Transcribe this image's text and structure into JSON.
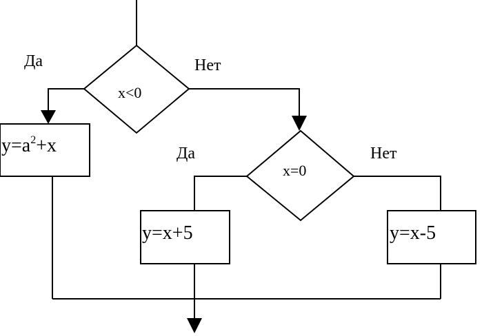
{
  "diagram": {
    "decision_1": {
      "condition": "x<0",
      "yes_label": "Да",
      "no_label": "Нет"
    },
    "decision_2": {
      "condition": "x=0",
      "yes_label": "Да",
      "no_label": "Нет"
    },
    "process_1": {
      "prefix": "y=a",
      "exponent": "2",
      "suffix": "+x"
    },
    "process_2": {
      "text": "y=x+5"
    },
    "process_3": {
      "text": "y=x-5"
    }
  }
}
